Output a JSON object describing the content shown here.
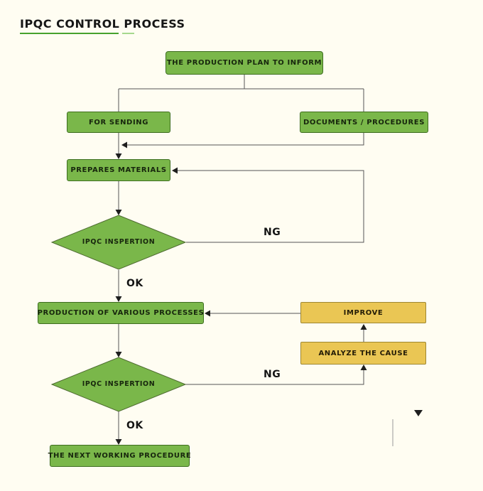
{
  "title": {
    "text": "IPQC CONTROL PROCESS"
  },
  "nodes": {
    "plan": {
      "label": "THE PRODUCTION PLAN TO INFORM"
    },
    "sending": {
      "label": "FOR SENDING"
    },
    "documents": {
      "label": "DOCUMENTS / PROCEDURES"
    },
    "prepares": {
      "label": "PREPARES MATERIALS"
    },
    "inspection1": {
      "label": "IPQC INSPERTION"
    },
    "production": {
      "label": "PRODUCTION OF VARIOUS PROCESSES"
    },
    "improve": {
      "label": "IMPROVE"
    },
    "analyze": {
      "label": "ANALYZE THE CAUSE"
    },
    "inspection2": {
      "label": "IPQC INSPERTION"
    },
    "next_step": {
      "label": "THE NEXT WORKING PROCEDURE"
    }
  },
  "edge_labels": {
    "ng1": "NG",
    "ok1": "OK",
    "ng2": "NG",
    "ok2": "OK"
  },
  "colors": {
    "background": "#fffdf2",
    "process_fill": "#7ab74a",
    "process_border": "#3e6e20",
    "decision_fill": "#7ab74a",
    "decision_border": "#4e6b31",
    "action_fill": "#eac654",
    "action_border": "#9e8732",
    "line": "#555555",
    "arrowhead": "#1e1e1e",
    "title_underline_dark": "#46a22e",
    "title_underline_light": "#a6d88d",
    "title_text": "#161616"
  }
}
